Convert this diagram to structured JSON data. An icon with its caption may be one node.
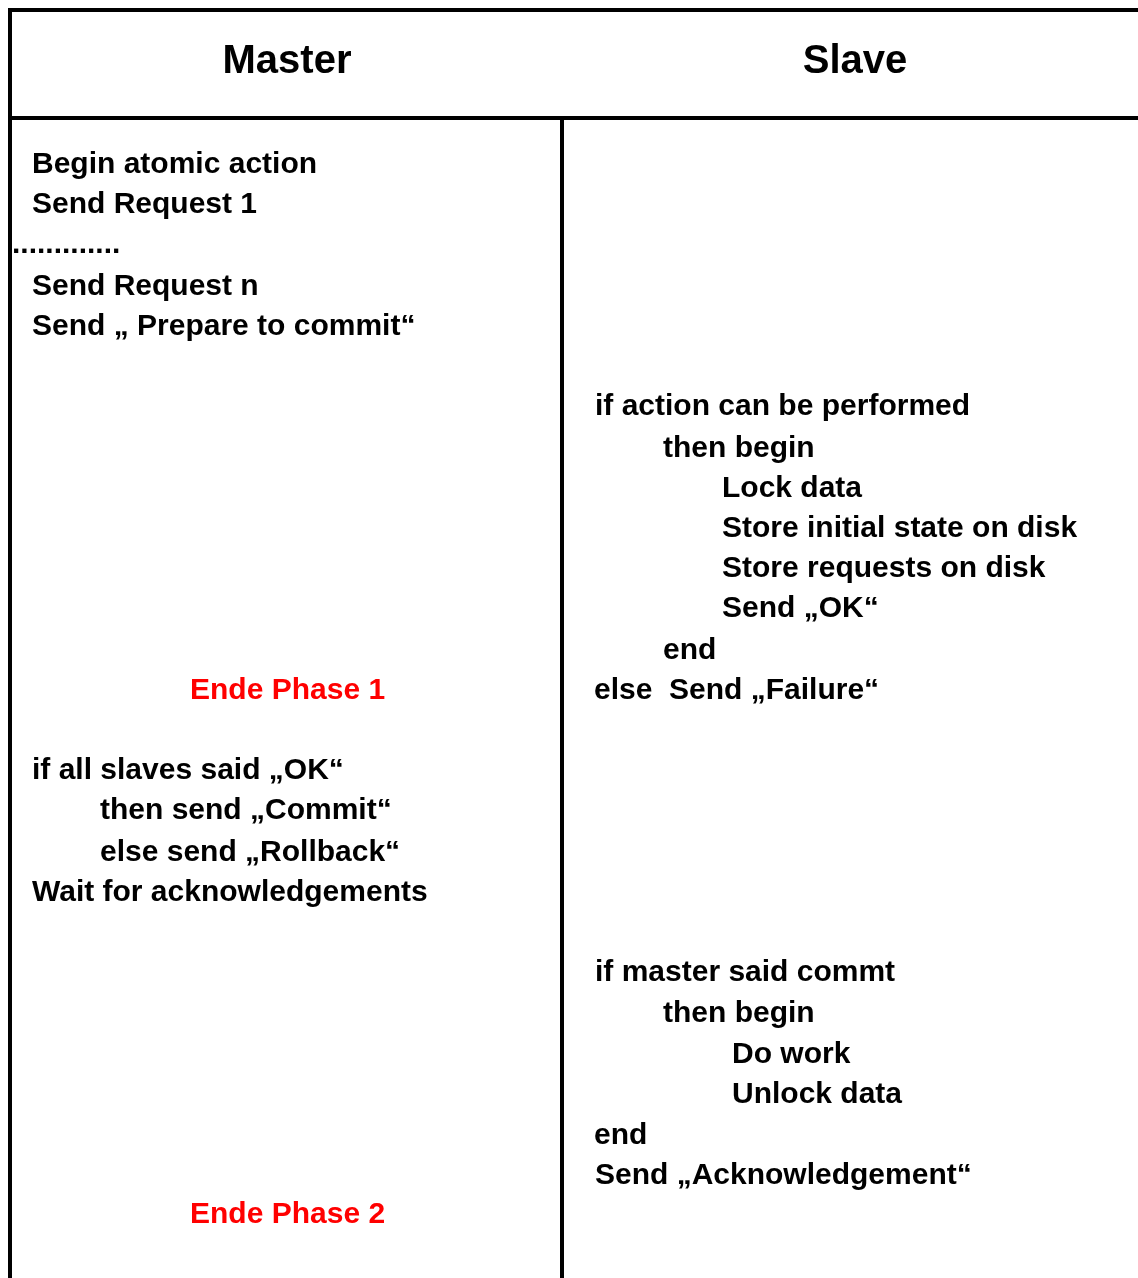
{
  "diagram": {
    "labels": [
      "Master",
      "Slave",
      "Begin atomic action",
      "Send Request 1",
      ".............",
      "Send Request n",
      "Send „ Prepare to commit“",
      "if action can be performed",
      "then begin",
      "Lock data",
      "Store initial state on disk",
      "Store requests on disk",
      "Send „OK“",
      "end",
      "Ende Phase 1",
      "else  Send „Failure“",
      "if all slaves said „OK“",
      "then send „Commit“",
      "else send „Rollback“",
      "Wait for acknowledgements",
      "if master said commt",
      "then begin",
      "Do work",
      "Unlock data",
      "end",
      "Send „Acknowledgement“",
      "Ende Phase 2"
    ]
  }
}
